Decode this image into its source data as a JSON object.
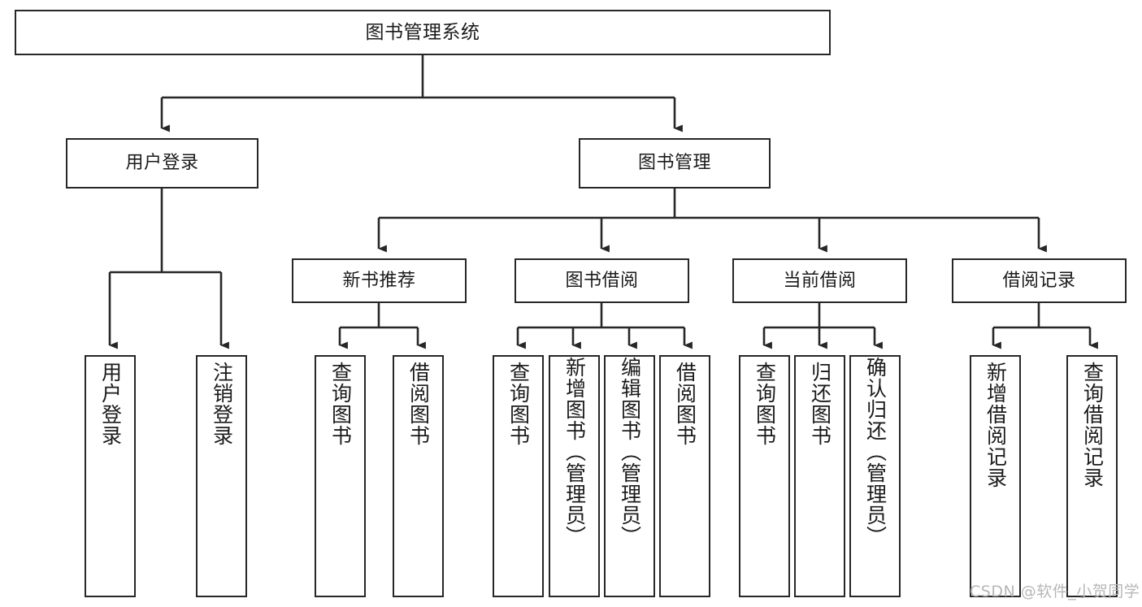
{
  "diagram": {
    "title": "图书管理系统",
    "watermark": "CSDN @软件_小贺同学",
    "stroke_color": "#272727",
    "fill_color": "#ffffff",
    "text_color": "#1b1b1b",
    "watermark_color": "#b7b7b7",
    "levels": {
      "root": {
        "label": "图书管理系统"
      },
      "level2": [
        {
          "label": "用户登录"
        },
        {
          "label": "图书管理"
        }
      ],
      "level3": [
        {
          "label": "新书推荐"
        },
        {
          "label": "图书借阅"
        },
        {
          "label": "当前借阅"
        },
        {
          "label": "借阅记录"
        }
      ],
      "leaves": {
        "user_login": [
          {
            "label": "用户登录"
          },
          {
            "label": "注销登录"
          }
        ],
        "new_book_recommend": [
          {
            "label": "查询图书"
          },
          {
            "label": "借阅图书"
          }
        ],
        "book_borrow": [
          {
            "label": "查询图书"
          },
          {
            "label": "新增图书（管理员）"
          },
          {
            "label": "编辑图书（管理员）"
          },
          {
            "label": "借阅图书"
          }
        ],
        "current_borrow": [
          {
            "label": "查询图书"
          },
          {
            "label": "归还图书"
          },
          {
            "label": "确认归还（管理员）"
          }
        ],
        "borrow_record": [
          {
            "label": "新增借阅记录"
          },
          {
            "label": "查询借阅记录"
          }
        ]
      }
    }
  }
}
